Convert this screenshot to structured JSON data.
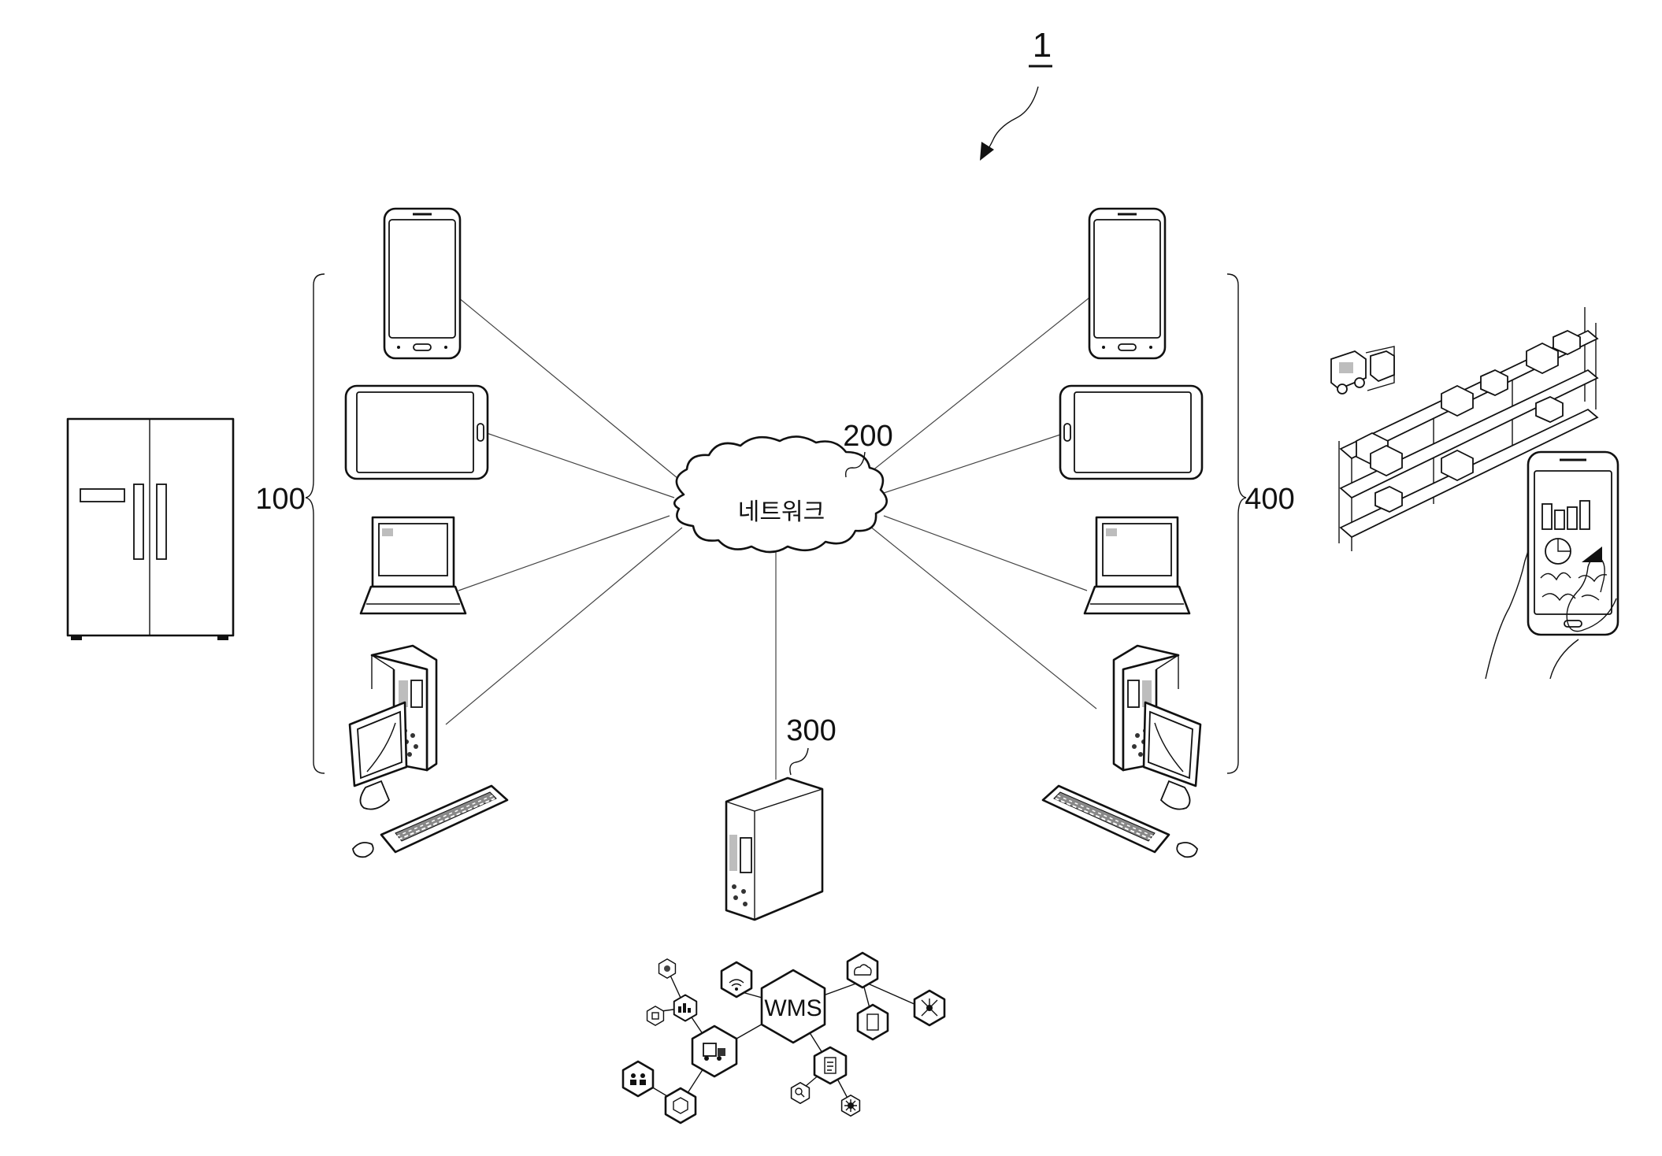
{
  "figure": {
    "ref_main": "1",
    "ref_devices_left": "100",
    "ref_network": "200",
    "ref_server": "300",
    "ref_devices_right": "400",
    "network_label": "네트워크",
    "wms_label": "WMS"
  },
  "icons": {
    "refrigerator": "refrigerator-icon",
    "smartphone": "smartphone-icon",
    "tablet": "tablet-icon",
    "laptop": "laptop-icon",
    "desktop": "desktop-computer-icon",
    "cloud": "cloud-icon",
    "server": "server-icon",
    "warehouse": "warehouse-shelving-icon",
    "forklift": "forklift-icon",
    "hand_phone": "hand-holding-phone-icon"
  }
}
